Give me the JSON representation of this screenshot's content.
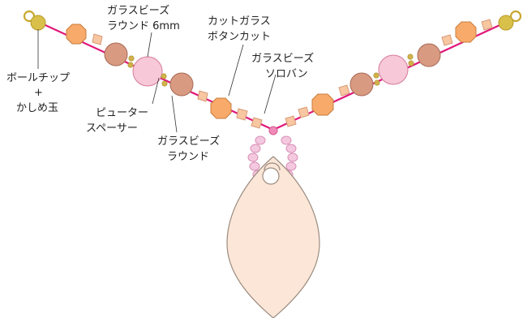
{
  "labels": {
    "glass_round_6mm_l1": "ガラスビーズ",
    "glass_round_6mm_l2": "ラウンド 6mm",
    "cut_glass_l1": "カットガラス",
    "cut_glass_l2": "ボタンカット",
    "glass_soroban_l1": "ガラスビーズ",
    "glass_soroban_l2": "ソロバン",
    "ball_tip_l1": "ボールチップ",
    "ball_tip_l2": "+",
    "ball_tip_l3": "かしめ玉",
    "pewter_l1": "ピューター",
    "pewter_l2": "スペーサー",
    "glass_round_l1": "ガラスビーズ",
    "glass_round_l2": "ラウンド"
  },
  "colors": {
    "wire": "#e0187a",
    "ball_tip": "#d8c04a",
    "spacer": "#d2b24a",
    "octagon_fill": "#f8aa6a",
    "octagon_stroke": "#c77d3f",
    "small_bead_fill": "#f8c7a2",
    "small_bead_stroke": "#d69a75",
    "round_brown_fill": "#d99a82",
    "round_brown_stroke": "#a86a55",
    "round_pink_fill": "#f6c8d8",
    "round_pink_stroke": "#d77a98",
    "tiny_pink": "#f4c9df",
    "pendant_fill": "#fbe6d8",
    "pendant_stroke": "#9b8c80",
    "leader": "#333333"
  }
}
